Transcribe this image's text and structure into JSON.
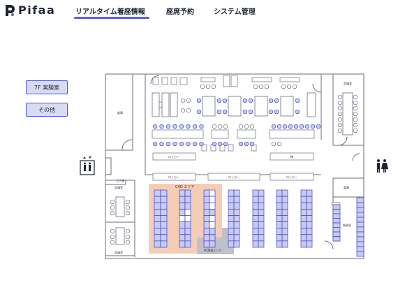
{
  "app": {
    "logo_text": "Pifaa",
    "brand_color": "#5a61d9"
  },
  "nav": {
    "items": [
      {
        "label": "リアルタイム着座情報",
        "active": true
      },
      {
        "label": "座席予約",
        "active": false
      },
      {
        "label": "システム管理",
        "active": false
      }
    ]
  },
  "floor_buttons": [
    {
      "label": "7F 実験室"
    },
    {
      "label": "その他"
    }
  ],
  "map": {
    "colors": {
      "seat": "#c9cbf4",
      "seat_stroke": "#3c44b8",
      "wall": "#6a6e7a",
      "cad_area": "#f5cdb6",
      "pc_area": "#bfc1c8"
    },
    "labels": {
      "storage_left": "倉庫",
      "storage_right": "倉庫",
      "meeting_top_right": "会議室",
      "meeting_left_1": "会議室",
      "meeting_left_2": "会議室",
      "lab_right": "執務室",
      "locker_1": "ロッカー",
      "locker_2": "ロッカー",
      "locker_3": "ロッカー",
      "locker_4": "ロッカー",
      "shelf": "棚",
      "gomi": "ゴミ箱",
      "cad_area": "CAD エリア",
      "pc_area": "PC関連エリア"
    },
    "icons": {
      "elevator": "elevator-icon",
      "restroom": "restroom-icon"
    }
  }
}
